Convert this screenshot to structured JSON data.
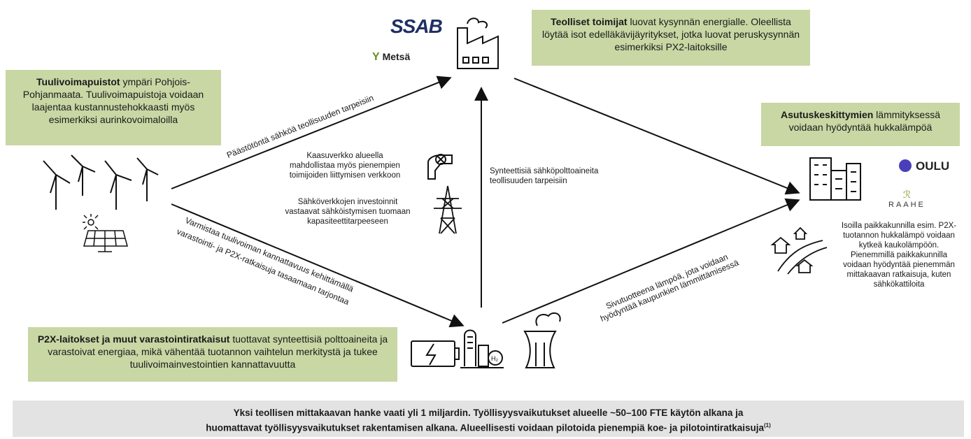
{
  "boxes": {
    "wind": {
      "bold": "Tuulivoimapuistot",
      "text": " ympäri Pohjois-Pohjanmaata. Tuulivoimapuistoja voidaan laajentaa kustannustehokkaasti myös esimerkiksi aurinkovoimaloilla"
    },
    "industry": {
      "bold": "Teolliset toimijat",
      "text": " luovat kysynnän energialle. Oleellista löytää isot edelläkävijäyritykset, jotka luovat peruskysynnän esimerkiksi PX2-laitoksille"
    },
    "housing": {
      "bold": "Asutuskeskittymien",
      "text": " lämmityksessä voidaan hyödyntää hukkalämpöä"
    },
    "p2x": {
      "bold": "P2X-laitokset ja muut varastointiratkaisut",
      "text": " tuottavat synteettisiä polttoaineita ja varastoivat energiaa, mikä vähentää tuotannon vaihtelun merkitystä ja tukee tuulivoimainvestointien kannattavuutta"
    }
  },
  "arrows": {
    "wind_to_industry": "Päästötöntä sähköä teollisuuden tarpeisiin",
    "wind_to_p2x_line1": "Varmistaa tuulivoiman kannattavuus kehittämällä",
    "wind_to_p2x_line2": "varastointi- ja P2X-ratkaisuja tasaamaan tarjontaa",
    "p2x_to_housing_line1": "Sivutuotteena lämpöä, jota voidaan",
    "p2x_to_housing_line2": "hyödyntää kaupunkien lämmittämisessä",
    "p2x_to_industry": "Synteettisiä sähköpolttoaineita teollisuuden tarpeisiin"
  },
  "notes": {
    "gas": "Kaasuverkko alueella mahdollistaa myös pienempien toimijoiden liittymisen verkkoon",
    "grid": "Sähköverkkojen investoinnit vastaavat sähköistymisen tuomaan kapasiteettitarpeeseen",
    "heat": "Isoilla paikkakunnilla esim. P2X-tuotannon hukkalämpö voidaan kytkeä kaukolämpöön. Pienemmillä paikkakunnilla voidaan hyödyntää pienemmän mittakaavan ratkaisuja, kuten sähkökattiloita"
  },
  "logos": {
    "ssab": "SSAB",
    "metsa": "Metsä",
    "oulu": "OULU",
    "raahe": "RAAHE"
  },
  "footer": {
    "line1": "Yksi teollisen mittakaavan hanke vaati yli 1 miljardin. Työllisyysvaikutukset alueelle ~50–100 FTE käytön alkana ja",
    "line2": "huomattavat työllisyysvaikutukset rakentamisen alkana. Alueellisesti voidaan pilotoida pienempiä koe- ja pilotointiratkaisuja",
    "footnote": "(1)"
  },
  "icons": [
    "wind-turbine-icon",
    "solar-panel-icon",
    "factory-icon",
    "gas-pipe-icon",
    "power-pylon-icon",
    "buildings-icon",
    "houses-road-icon",
    "battery-icon",
    "p2x-plant-icon",
    "cooling-tower-icon"
  ],
  "colors": {
    "box": "#c8d7a4",
    "footer": "#e3e3e3",
    "ssab": "#1f2f64"
  }
}
